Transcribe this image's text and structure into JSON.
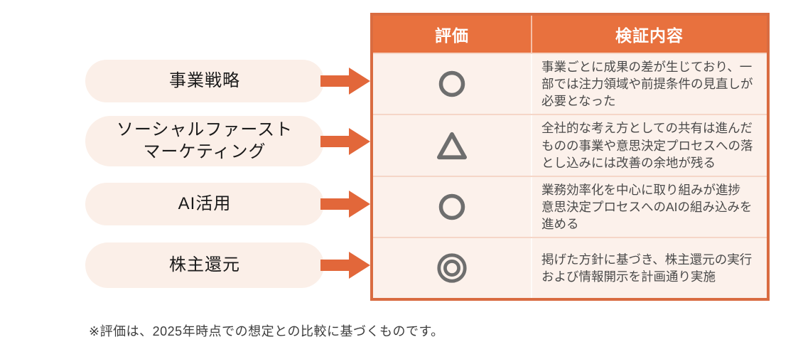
{
  "table": {
    "header": {
      "rating": "評価",
      "content": "検証内容"
    },
    "rows": [
      {
        "category": "事業戦略",
        "rating_icon": "circle",
        "rating_symbol": "〇",
        "content": "事業ごとに成果の差が生じており、一部では注力領域や前提条件の見直しが必要となった"
      },
      {
        "category": "ソーシャルファースト\nマーケティング",
        "rating_icon": "triangle",
        "rating_symbol": "△",
        "content": "全社的な考え方としての共有は進んだものの事業や意思決定プロセスへの落とし込みには改善の余地が残る"
      },
      {
        "category": "AI活用",
        "rating_icon": "circle",
        "rating_symbol": "〇",
        "content": "業務効率化を中心に取り組みが進捗\n意思決定プロセスへのAIの組み込みを進める"
      },
      {
        "category": "株主還元",
        "rating_icon": "double-circle",
        "rating_symbol": "◎",
        "content": "掲げた方針に基づき、株主還元の実行および情報開示を計画通り実施"
      }
    ]
  },
  "footnote": "※評価は、2025年時点での想定との比較に基づくものです。",
  "colors": {
    "header_orange": "#E8713E",
    "table_border_orange": "#D96C41",
    "arrow_orange": "#E2673A",
    "row_background": "#FCF1EB",
    "pill_background": "#FBEFE8",
    "symbol_gray": "#6E6E6E",
    "body_text": "#4A4A4A"
  }
}
